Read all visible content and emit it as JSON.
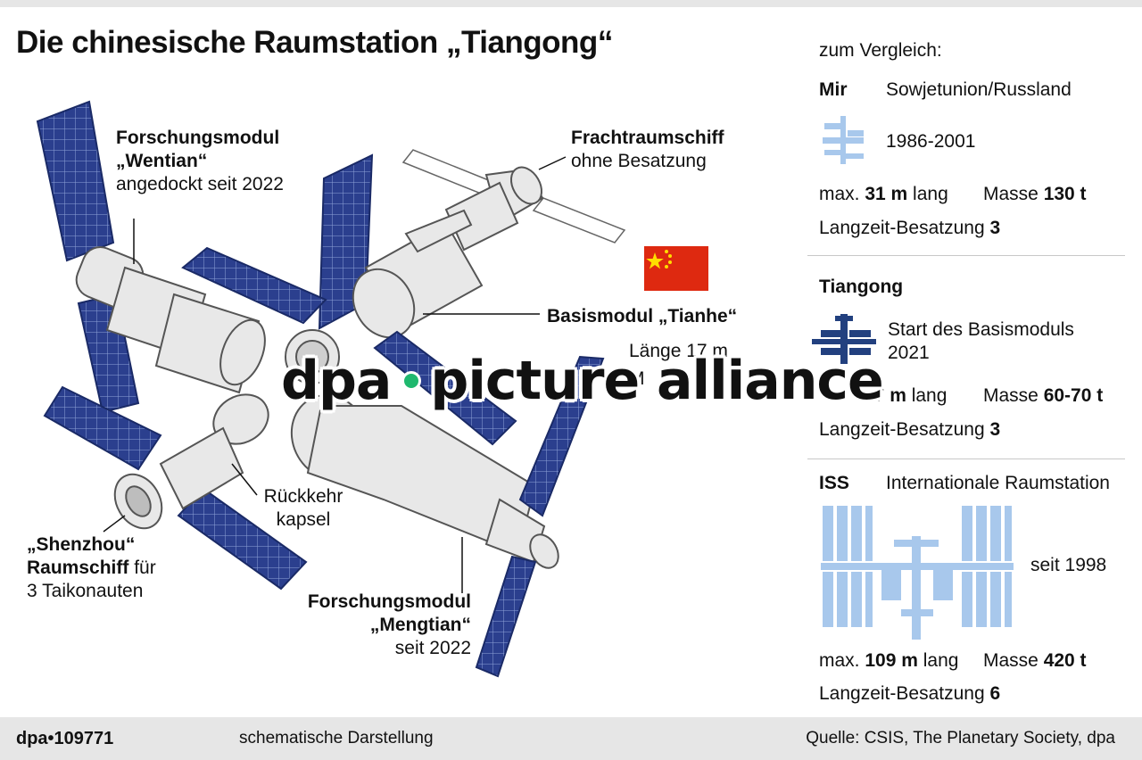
{
  "title": "Die chinesische Raumstation „Tiangong“",
  "labels": {
    "wentian": {
      "name": "Forschungsmodul",
      "sub": "„Wentian“",
      "desc": "angedockt seit 2022"
    },
    "fracht": {
      "name": "Frachtraumschiff",
      "desc": "ohne Besatzung"
    },
    "tianhe": {
      "name": "Basismodul „Tianhe“",
      "len": "Länge 17 m",
      "more": "M"
    },
    "rueckkehr": {
      "line1": "Rückkehr",
      "line2": "kapsel"
    },
    "shenzhou": {
      "name": "„Shenzhou“",
      "line2_bold": "Raumschiff",
      "line2_rest": " für",
      "line3": "3 Taikonauten"
    },
    "mengtian": {
      "name": "Forschungsmodul",
      "sub": "„Mengtian“",
      "desc": "seit 2022"
    }
  },
  "comparison": {
    "heading": "zum Vergleich:",
    "mir": {
      "name": "Mir",
      "origin": "Sowjetunion/Russland",
      "years": "1986-2001",
      "length_pre": "max. ",
      "length_val": "31 m",
      "length_post": " lang",
      "mass_pre": "Masse ",
      "mass_val": "130 t",
      "crew_pre": "Langzeit-Besatzung ",
      "crew_val": "3"
    },
    "tiangong": {
      "name": "Tiangong",
      "start_line1": "Start  des Basismoduls",
      "start_line2": "2021",
      "length_val": "37 m",
      "length_post": " lang",
      "mass_pre": "Masse ",
      "mass_val": "60-70 t",
      "crew_pre": "Langzeit-Besatzung ",
      "crew_val": "3"
    },
    "iss": {
      "name": "ISS",
      "full": "Internationale Raumstation",
      "since": "seit 1998",
      "length_pre": "max. ",
      "length_val": "109 m",
      "length_post": " lang",
      "mass_pre": "Masse ",
      "mass_val": "420 t",
      "crew_pre": "Langzeit-Besatzung ",
      "crew_val": "6"
    }
  },
  "footer": {
    "id": "dpa•109771",
    "note": "schematische Darstellung",
    "source": "Quelle: CSIS, The Planetary Society, dpa"
  },
  "watermark": {
    "left": "dpa",
    "right": "picture alliance"
  },
  "colors": {
    "panel": "#2a3f8f",
    "module": "#e8e8e8",
    "flag": "#de2910",
    "station_light": "#a8c8ec",
    "station_dark": "#22407f",
    "watermark_dot": "#1fb86e"
  }
}
